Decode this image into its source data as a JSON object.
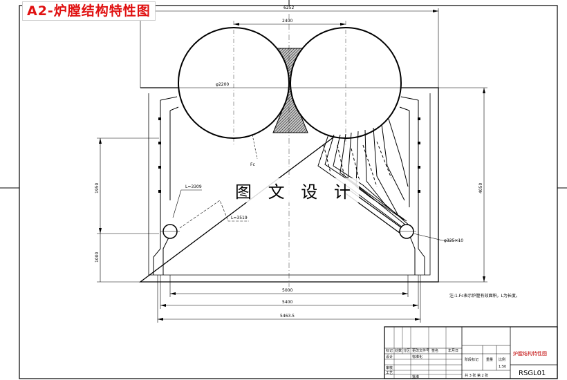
{
  "title": "A2-炉膛结构特性图",
  "watermark": "图 文 设 计",
  "dimensions": {
    "overall_width": "6252",
    "drum_spacing": "2400",
    "drum_diameter": "φ2200",
    "left_height": "1950",
    "bottom_height": "1000",
    "right_height": "4050",
    "width_1": "5000",
    "width_2": "5400",
    "width_3": "5463.5"
  },
  "labels": {
    "fc": "Fc",
    "l1": "L=3309",
    "l2": "L=3519",
    "pipe": "φ325×10"
  },
  "note": "注:1.Fc表示炉膛有效面积，L为长度。",
  "title_block": {
    "drawing_name": "炉膛结构特性图",
    "drawing_code": "RSGL01",
    "sheet": "共 3 张  第 2 张",
    "scale": "1:50",
    "c1": "标记",
    "c2": "处数",
    "c3": "分区",
    "c4": "更改文件号",
    "c5": "签名",
    "c6": "年月日",
    "r_design": "设计",
    "r_std": "标准化",
    "r_check": "审核",
    "r_craft": "工艺",
    "r_approve": "批准",
    "stage": "阶段标记",
    "weight": "重量",
    "ratio": "比例"
  },
  "colors": {
    "line": "#000000",
    "title": "#e01010",
    "hatch": "#555555"
  }
}
